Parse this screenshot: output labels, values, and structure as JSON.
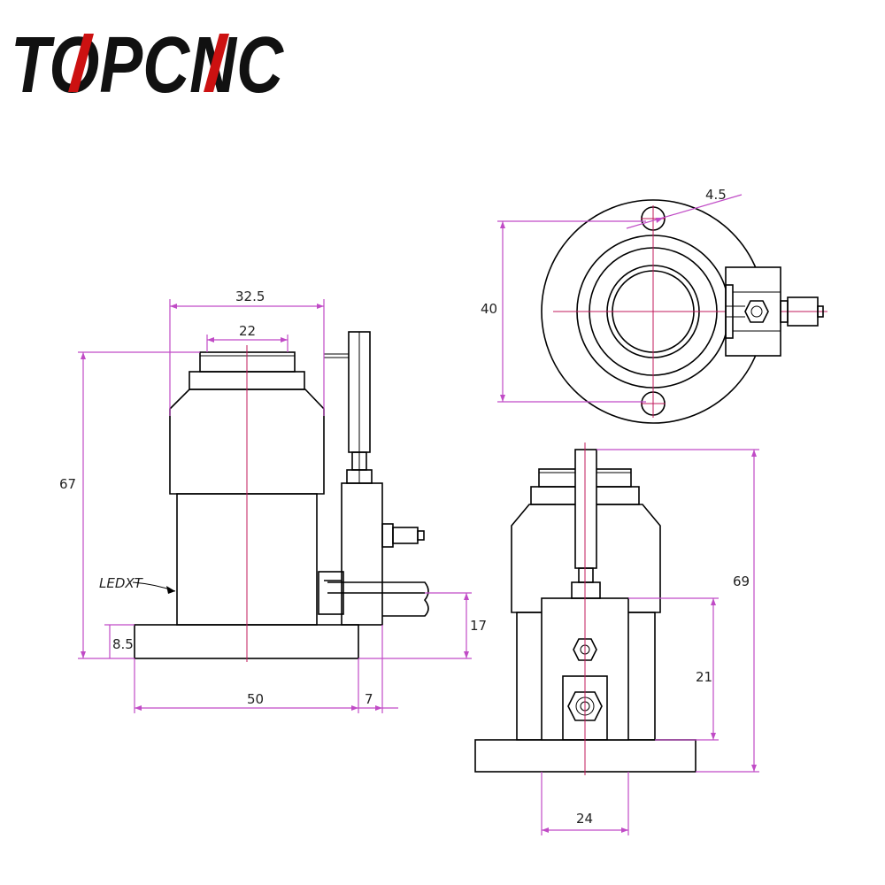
{
  "logo": {
    "text": "TOPCNC",
    "colors": {
      "primary": "#111111",
      "accent": "#cc1111"
    }
  },
  "labels": {
    "wire_label": "LEDXT"
  },
  "dimensions": {
    "side_view": {
      "top_width": "32.5",
      "cap_width": "22",
      "height": "67",
      "base_height": "8.5",
      "base_width": "50",
      "offset": "7",
      "bracket_height": "17"
    },
    "top_view": {
      "hole_dia": "4.5",
      "height": "40"
    },
    "front_view": {
      "height": "69",
      "block_height": "21",
      "block_width": "24"
    }
  },
  "colors": {
    "line": "#000000",
    "dimension": "#c04bc6",
    "centerline": "#c2185b"
  }
}
